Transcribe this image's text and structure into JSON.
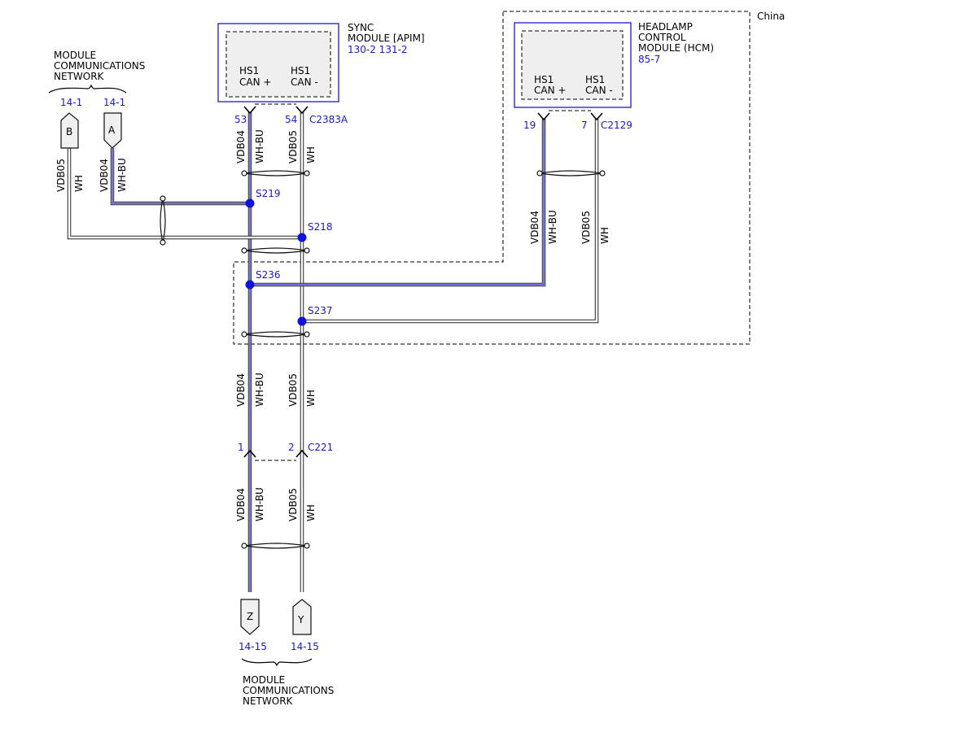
{
  "region": {
    "label": "China"
  },
  "modules": {
    "apim": {
      "name": [
        "SYNC",
        "MODULE [APIM]"
      ],
      "refs": "130-2  131-2",
      "pins": [
        "HS1",
        "CAN +",
        "HS1",
        "CAN -"
      ],
      "connector": "C2383A",
      "pin_plus": "53",
      "pin_minus": "54"
    },
    "hcm": {
      "name": [
        "HEADLAMP",
        "CONTROL",
        "MODULE (HCM)"
      ],
      "refs": "85-7",
      "pins": [
        "HS1",
        "CAN +",
        "HS1",
        "CAN -"
      ],
      "connector": "C2129",
      "pin_plus": "19",
      "pin_minus": "7"
    }
  },
  "network_top": {
    "label": [
      "MODULE",
      "COMMUNICATIONS",
      "NETWORK"
    ],
    "terminal_b": {
      "letter": "B",
      "ref": "14-1"
    },
    "terminal_a": {
      "letter": "A",
      "ref": "14-1"
    }
  },
  "network_bottom": {
    "label": [
      "MODULE",
      "COMMUNICATIONS",
      "NETWORK"
    ],
    "terminal_z": {
      "letter": "Z",
      "ref": "14-15"
    },
    "terminal_y": {
      "letter": "Y",
      "ref": "14-15"
    }
  },
  "splices": [
    "S219",
    "S218",
    "S236",
    "S237"
  ],
  "inline_connector": {
    "id": "C221",
    "pin1": "1",
    "pin2": "2"
  },
  "wires": {
    "plus_circuit": "VDB04",
    "plus_color": "WH-BU",
    "minus_circuit": "VDB05",
    "minus_color": "WH"
  }
}
